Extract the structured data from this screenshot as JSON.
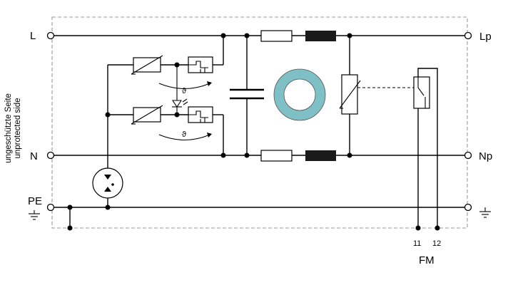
{
  "terminals": {
    "left": {
      "L": "L",
      "N": "N",
      "PE": "PE"
    },
    "right": {
      "Lp": "Lp",
      "Np": "Np"
    }
  },
  "side_label": {
    "line1": "ungeschützte Seite",
    "line2": "unprotected side"
  },
  "fm_contacts": {
    "c11": "11",
    "c12": "12",
    "label": "FM"
  },
  "theta_symbol": "ϑ",
  "colors": {
    "line": "#000000",
    "enclosure": "#999999",
    "toroid": "#7fbfc6"
  },
  "icons": [
    "earth-ground-icon",
    "varistor-icon",
    "thermal-fuse-icon",
    "led-icon",
    "gas-discharge-tube-icon",
    "capacitor-icon",
    "resistor-icon",
    "inductor-icon",
    "toroid-icon",
    "switch-icon"
  ]
}
